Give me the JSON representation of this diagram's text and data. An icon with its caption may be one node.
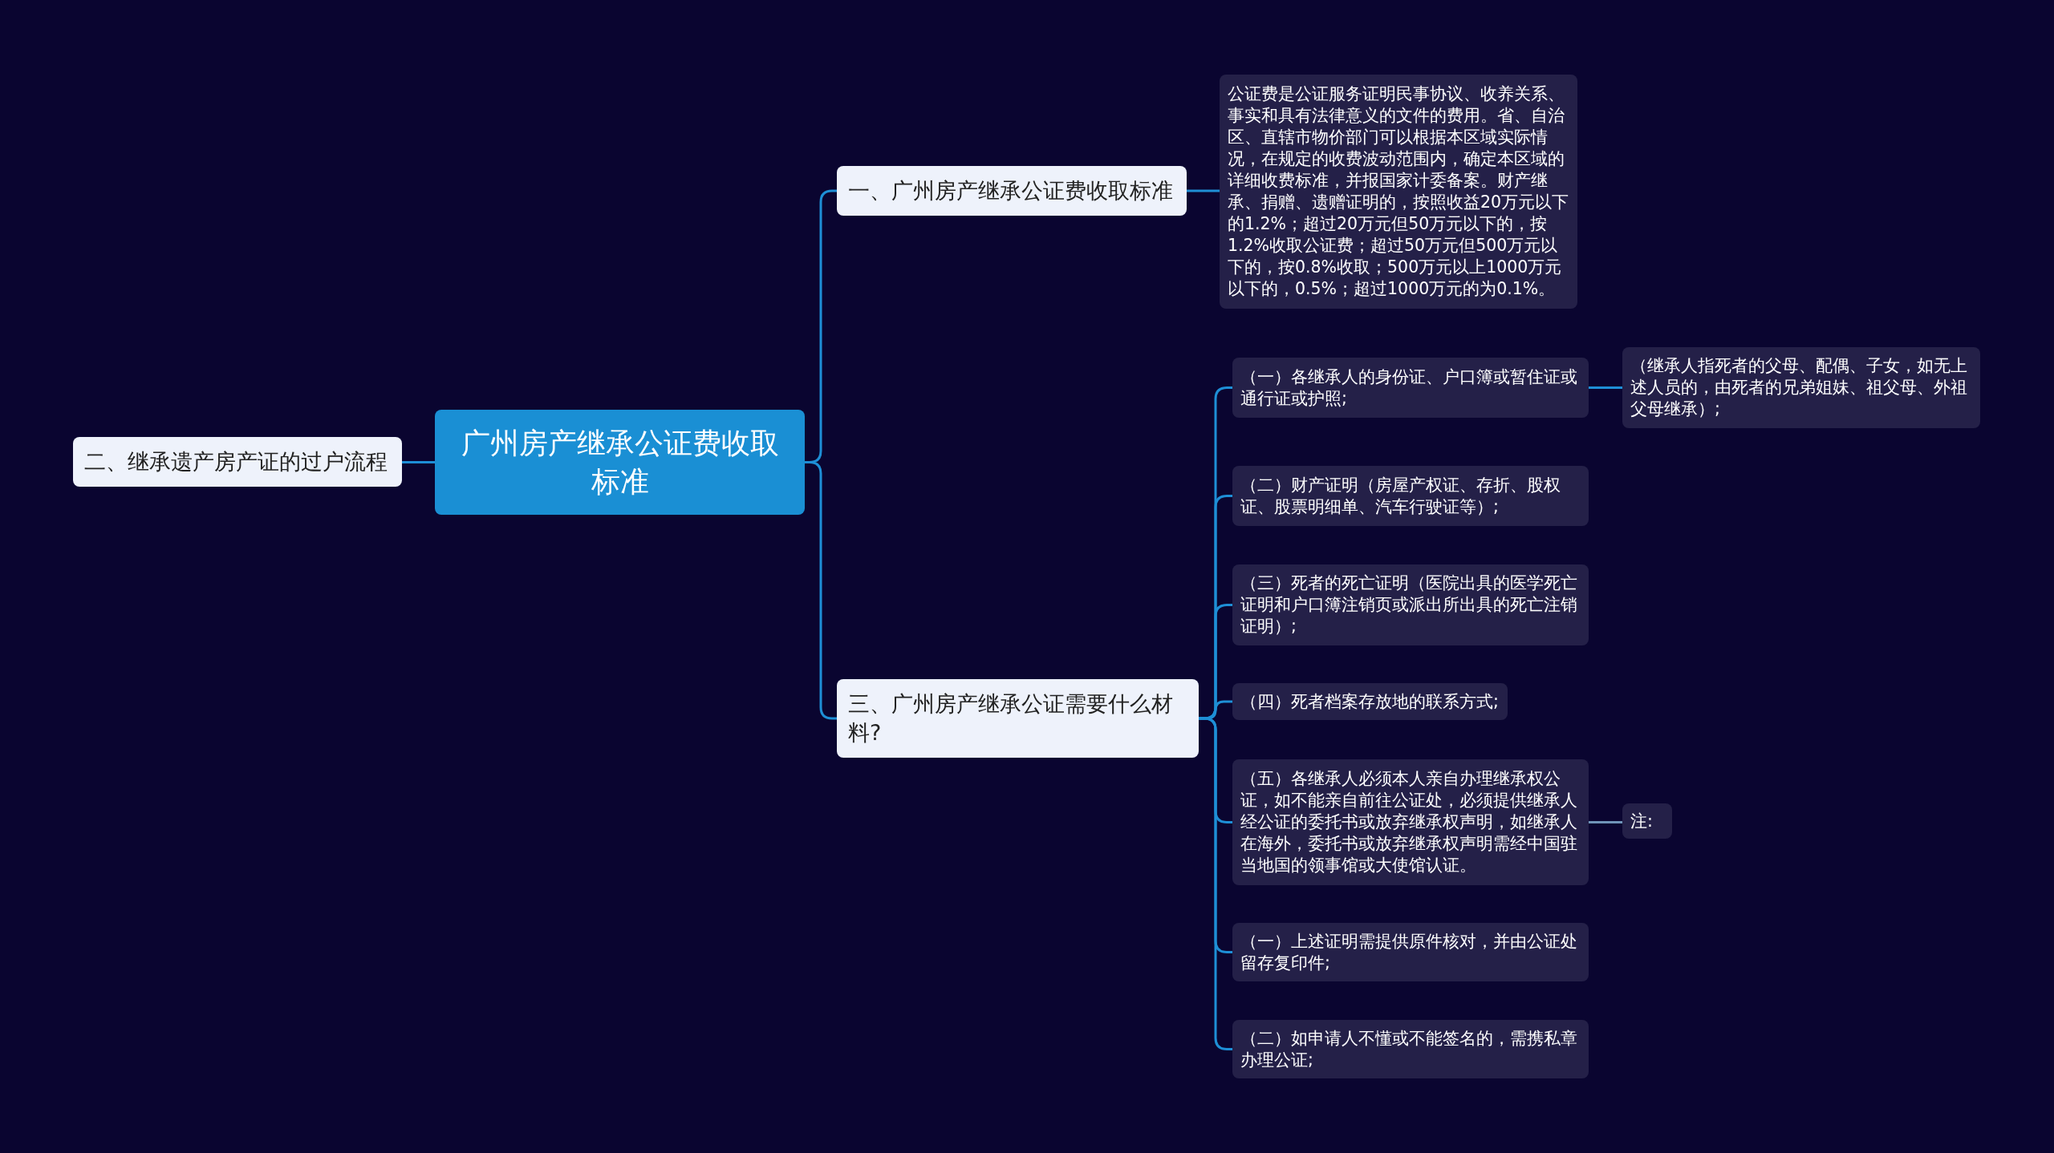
{
  "diagram": {
    "nodes": [
      {
        "text": [
          "广州房产继承公证费收取标准"
        ]
      },
      {
        "text": [
          "二、继承遗产房产证的过户流程"
        ]
      },
      {
        "text": [
          "一、广州房产继承公证费收取标准"
        ]
      },
      {
        "text": [
          "公证费是公证服务证明民事协议、收养关系、事实和具有法律意义的文件的费用。省、自治区、直辖市物价部门可以根据本区域实际情况，在规定的收费波动范围内，确定本区域的详细收费标准，并报国家计委备案。财产继承、捐赠、遗赠证明的，按照收益20万元以下的1.2%；超过20万元但50万元以下的，按1.2%收取公证费；超过50万元但500万元以下的，按0.8%收取；500万元以上1000万元以下的，0.5%；超过1000万元的为0.1%。"
        ]
      },
      {
        "text": [
          "三、广州房产继承公证需要什么材料?"
        ]
      },
      {
        "text": [
          "（一）各继承人的身份证、户口簿或暂住证或通行证或护照;"
        ]
      },
      {
        "text": [
          "（继承人指死者的父母、配偶、子女，如无上述人员的，由死者的兄弟姐妹、祖父母、外祖父母继承）;"
        ]
      },
      {
        "text": [
          "（二）财产证明（房屋产权证、存折、股权证、股票明细单、汽车行驶证等）;"
        ]
      },
      {
        "text": [
          "（三）死者的死亡证明（医院出具的医学死亡证明和户口簿注销页或派出所出具的死亡注销证明）;"
        ]
      },
      {
        "text": [
          "（四）死者档案存放地的联系方式;"
        ]
      },
      {
        "text": [
          "（五）各继承人必须本人亲自办理继承权公证，如不能亲自前往公证处，必须提供继承人经公证的委托书或放弃继承权声明，如继承人在海外，委托书或放弃继承权声明需经中国驻当地国的领事馆或大使馆认证。"
        ]
      },
      {
        "text": [
          "注:"
        ]
      },
      {
        "text": [
          "（一）上述证明需提供原件核对，并由公证处留存复印件;"
        ]
      },
      {
        "text": [
          "（二）如申请人不懂或不能签名的，需携私章办理公证;"
        ]
      }
    ],
    "edges": [
      {
        "from": 0,
        "to": 1,
        "arrow": "none"
      },
      {
        "from": 0,
        "to": 2,
        "arrow": "none"
      },
      {
        "from": 0,
        "to": 4,
        "arrow": "none"
      },
      {
        "from": 2,
        "to": 3,
        "arrow": "none"
      },
      {
        "from": 4,
        "to": 5,
        "arrow": "none"
      },
      {
        "from": 5,
        "to": 6,
        "arrow": "none"
      },
      {
        "from": 4,
        "to": 7,
        "arrow": "none"
      },
      {
        "from": 4,
        "to": 8,
        "arrow": "none"
      },
      {
        "from": 4,
        "to": 9,
        "arrow": "none"
      },
      {
        "from": 4,
        "to": 10,
        "arrow": "none"
      },
      {
        "from": 10,
        "to": 11,
        "arrow": "none",
        "color": "#6f93b8"
      },
      {
        "from": 4,
        "to": 12,
        "arrow": "none"
      },
      {
        "from": 4,
        "to": 13,
        "arrow": "none"
      }
    ]
  }
}
